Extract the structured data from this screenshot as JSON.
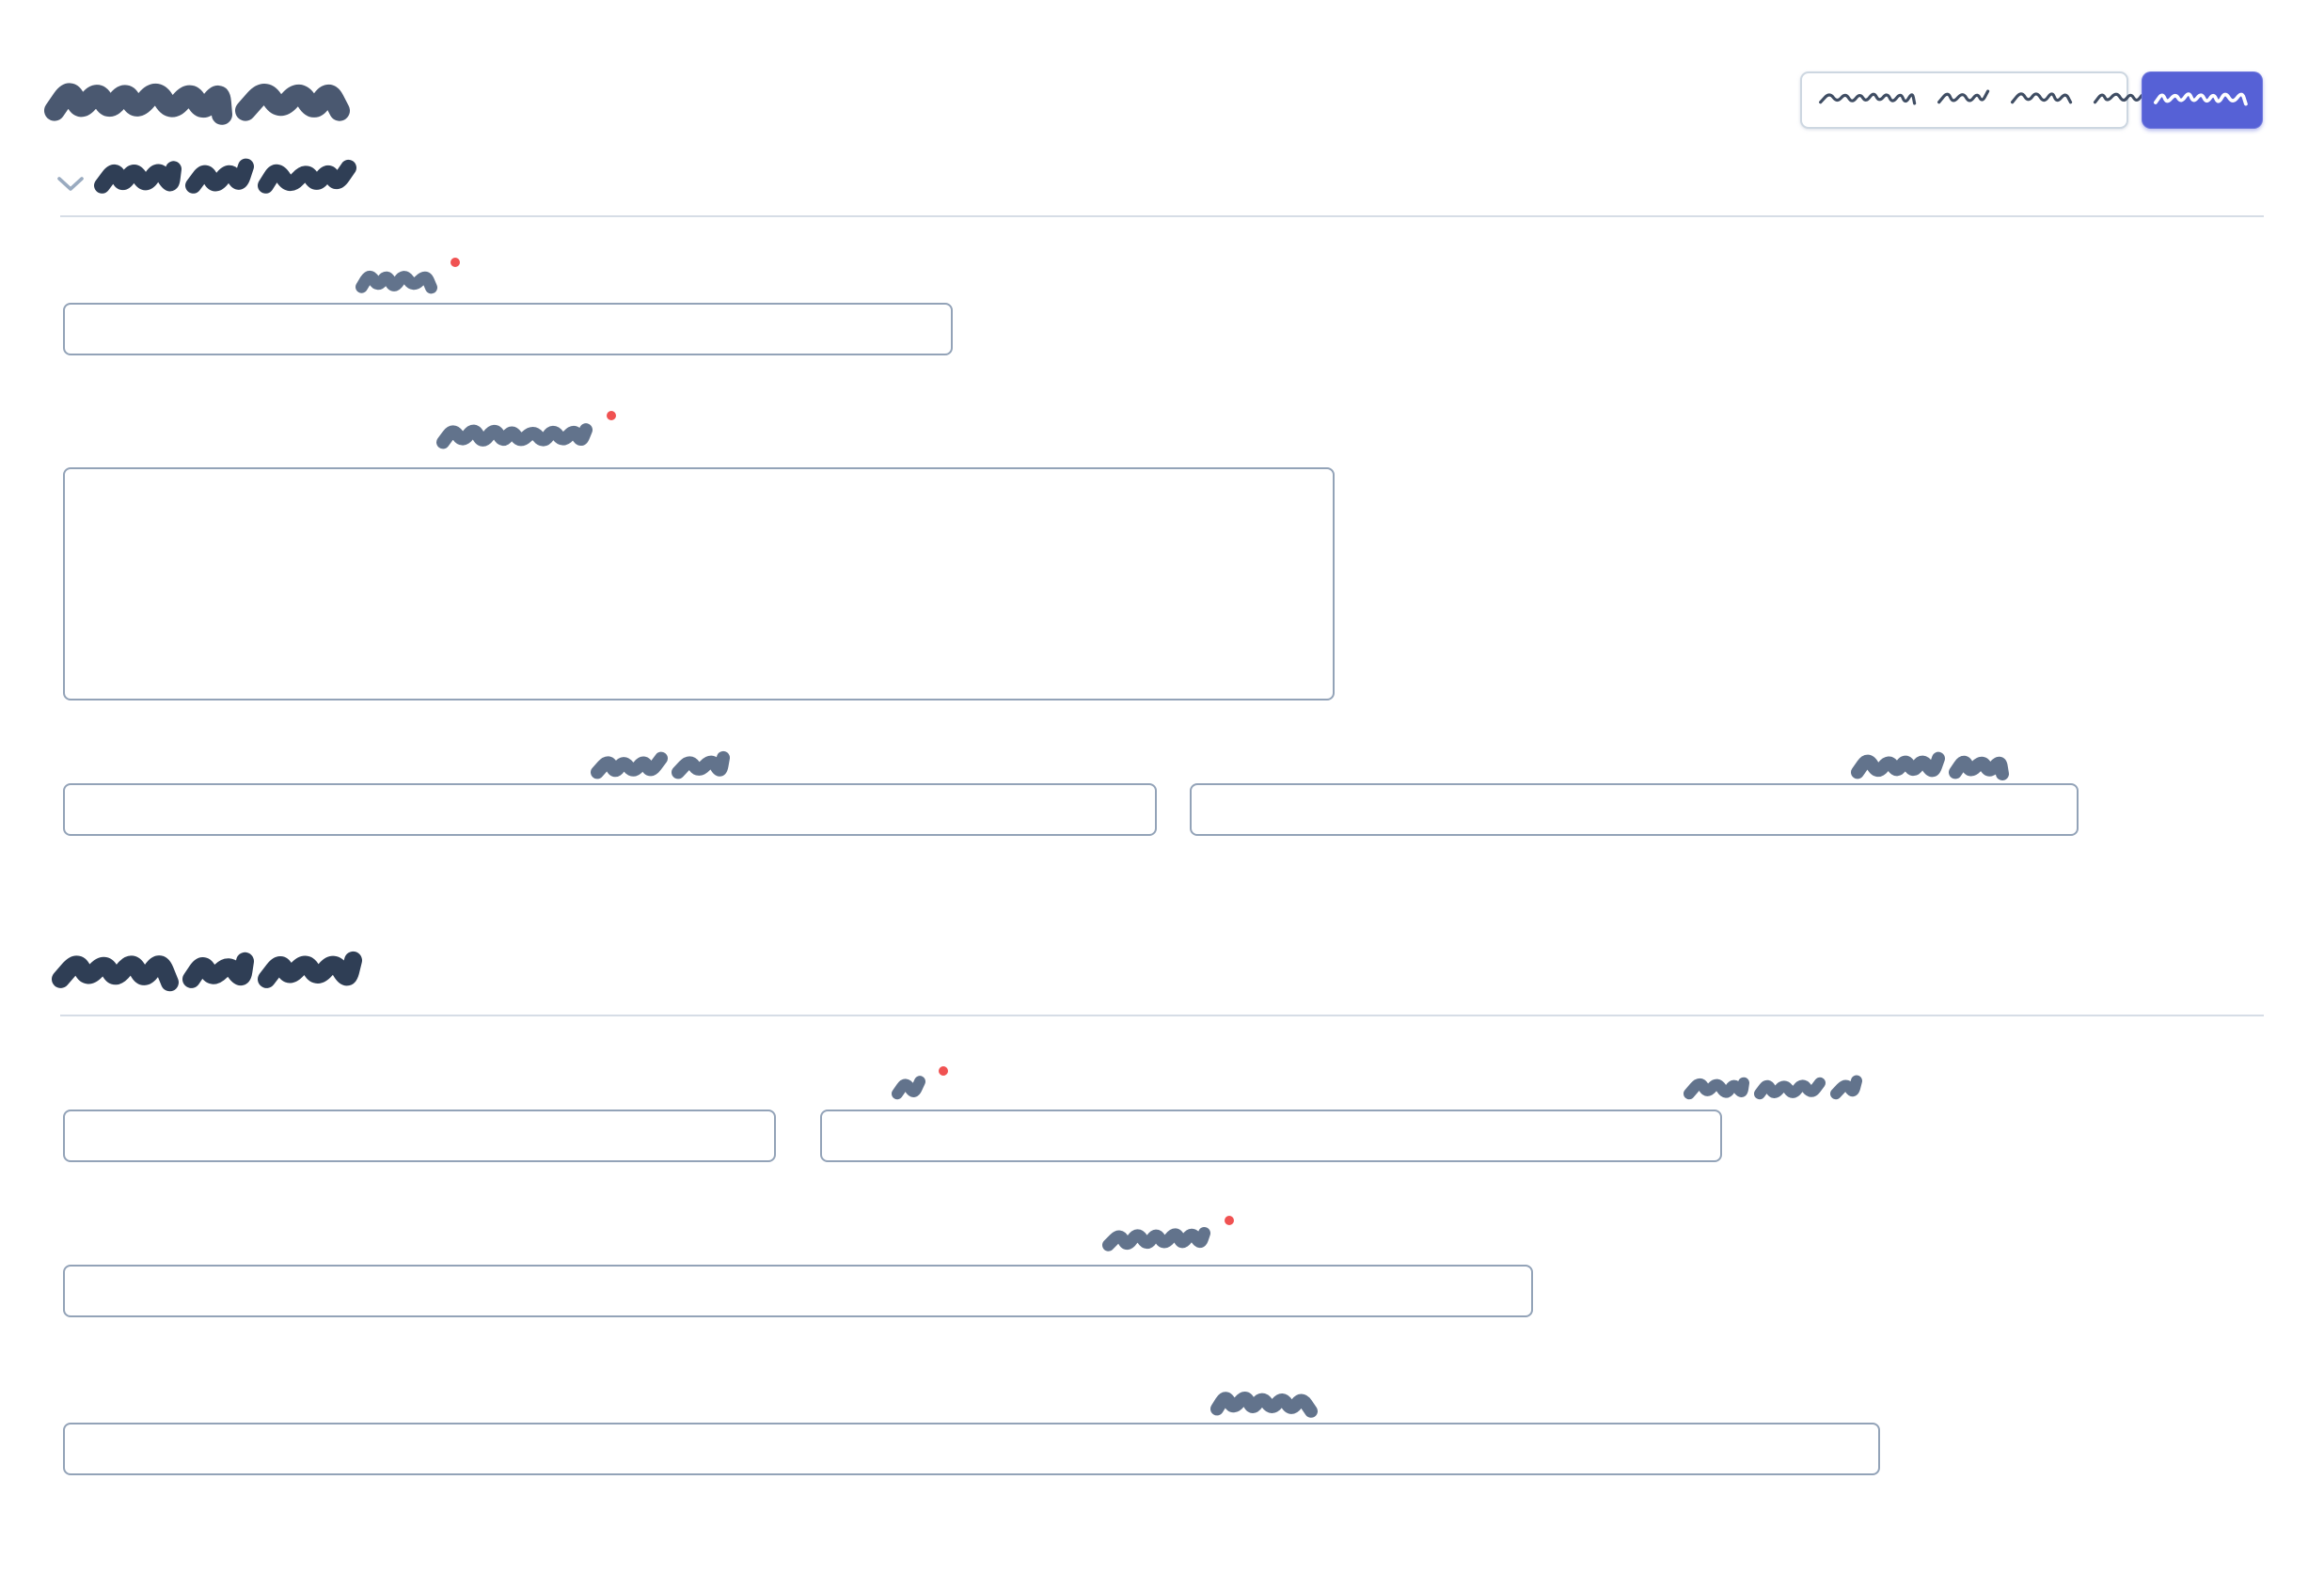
{
  "colors": {
    "accent_button": "#5661d6",
    "button_text": "#ffffff",
    "input_border": "#93a3b8",
    "search_border": "#cdd7e1",
    "divider": "#d6dde6",
    "title_scribble": "#4a5870",
    "section_header_scribble": "#2f3e55",
    "label_scribble": "#62738c",
    "placeholder_scribble": "#3f4d63",
    "required_dot": "#f05252",
    "chevron": "#9aabc0",
    "page_background": "#ffffff"
  },
  "header": {
    "title": {
      "words": [
        178,
        100
      ],
      "h": 38,
      "color": "#4a5870"
    },
    "search_placeholder": {
      "words": [
        100,
        52,
        62,
        108
      ],
      "h": 18,
      "sw": 3.2,
      "gap": 26,
      "color": "#3f4d63"
    },
    "button_label": {
      "words": [
        96
      ],
      "h": 18,
      "sw": 3.8,
      "color": "#ffffff"
    }
  },
  "sections": [
    {
      "collapsible": true,
      "expanded": true,
      "title": {
        "words": [
          76,
          56,
          88
        ],
        "h": 30,
        "color": "#2f3e55"
      },
      "fields": [
        {
          "name": "field-1",
          "required": true,
          "multiline": false,
          "value": "",
          "label": {
            "words": [
              74
            ],
            "h": 23,
            "color": "#62738c"
          }
        },
        {
          "name": "field-2",
          "required": true,
          "multiline": true,
          "value": "",
          "label": {
            "words": [
              152
            ],
            "h": 24,
            "color": "#62738c"
          }
        },
        {
          "name": "field-3",
          "required": false,
          "multiline": false,
          "value": "",
          "label": {
            "words": [
              68,
              48
            ],
            "h": 24,
            "color": "#62738c"
          }
        },
        {
          "name": "field-4",
          "required": false,
          "multiline": false,
          "value": "",
          "label": {
            "words": [
              86,
              50
            ],
            "h": 24,
            "color": "#62738c"
          }
        }
      ]
    },
    {
      "collapsible": false,
      "expanded": true,
      "title": {
        "words": [
          116,
          57,
          92
        ],
        "h": 33,
        "color": "#2f3e55"
      },
      "fields": [
        {
          "name": "field-5",
          "required": true,
          "multiline": false,
          "value": "",
          "label": {
            "words": [
              24
            ],
            "h": 21,
            "color": "#62738c"
          }
        },
        {
          "name": "field-6",
          "required": false,
          "multiline": false,
          "value": "",
          "label": {
            "words": [
              58,
              64,
              22
            ],
            "h": 21,
            "color": "#62738c"
          }
        },
        {
          "name": "field-7",
          "required": true,
          "multiline": false,
          "value": "",
          "label": {
            "words": [
              102
            ],
            "h": 23,
            "color": "#62738c"
          }
        },
        {
          "name": "field-8",
          "required": false,
          "multiline": false,
          "value": "",
          "label": {
            "words": [
              100
            ],
            "h": 24,
            "color": "#62738c"
          }
        }
      ]
    }
  ]
}
